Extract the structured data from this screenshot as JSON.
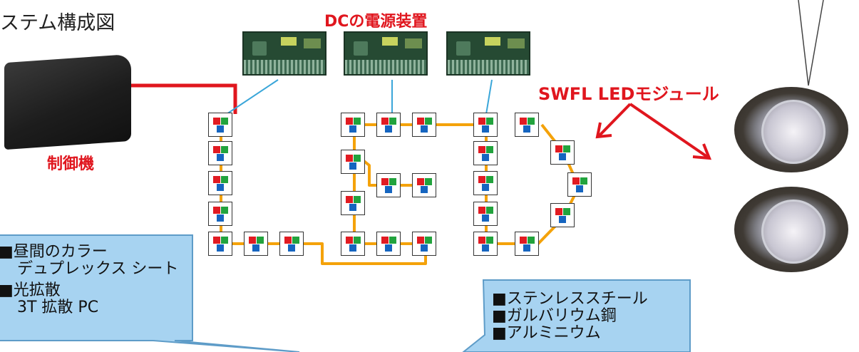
{
  "title": "ステム構成図",
  "labels": {
    "dc_power": "DCの電源装置",
    "controller": "制御機",
    "module": "SWFL LEDモジュール"
  },
  "left_callout": {
    "item1_head": "■昼間のカラー",
    "item1_sub": "デュプレックス シート",
    "item2_head": "■光拡散",
    "item2_sub": "3T 拡散 PC"
  },
  "right_callout": {
    "items": [
      "■ステンレススチール",
      "■ガルバリウム鋼",
      "■アルミニウム"
    ]
  },
  "colors": {
    "red": "#e0161e",
    "orange": "#f4a20a",
    "blue_line": "#3aa6d9",
    "callout_fill": "#a7d3f1",
    "callout_border": "#5e9cc8"
  }
}
